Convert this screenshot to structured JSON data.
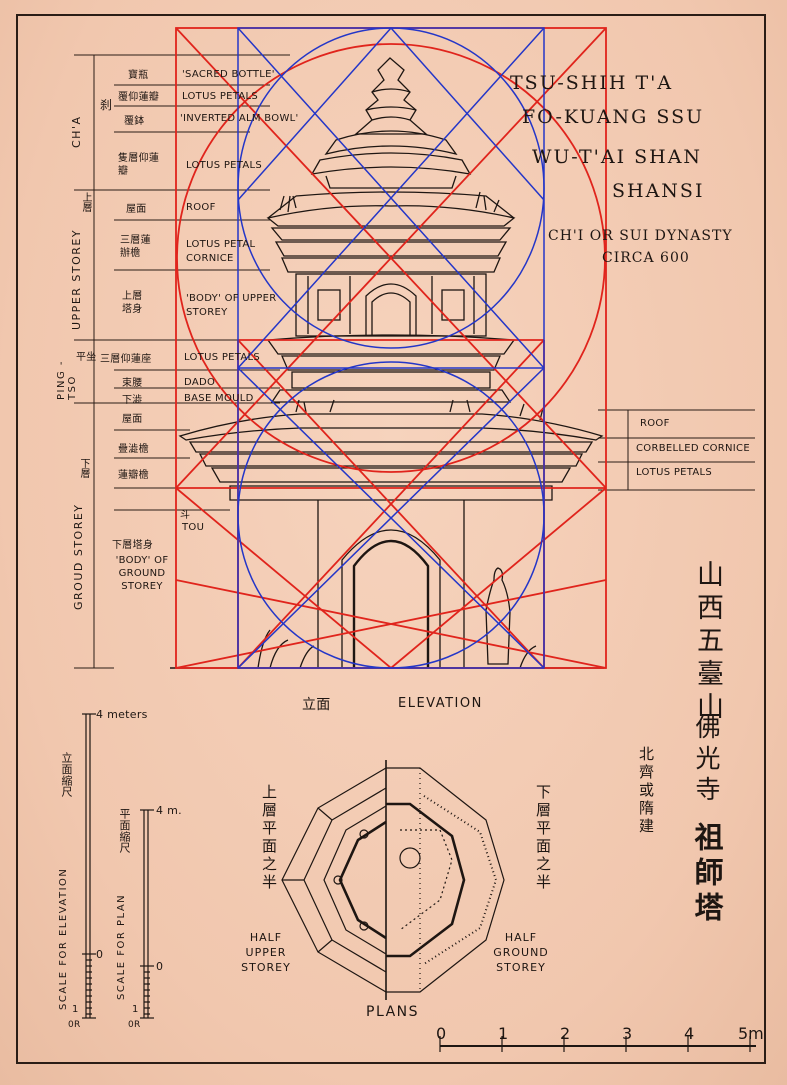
{
  "title": {
    "line1": "TSU-SHIH T'A",
    "line2": "FO-KUANG SSU",
    "line3": "WU-T'AI SHAN",
    "line4": "SHANSI",
    "dynasty": "CH'I OR SUI DYNASTY",
    "date": "CIRCA 600"
  },
  "left_labels": {
    "cha": "CH'A",
    "cha_cn": "刹",
    "upper": "UPPER STOREY",
    "upper_cn": "上層",
    "pingtso": "PING -TSO",
    "pingtso_cn": "平坐",
    "ground": "GROUD STOREY",
    "ground_cn": "下層"
  },
  "parts": [
    {
      "cn": "寶瓶",
      "en": "'SACRED BOTTLE'"
    },
    {
      "cn": "覆仰蓮瓣",
      "en": "LOTUS PETALS"
    },
    {
      "cn": "覆鉢",
      "en": "'INVERTED ALM BOWL'"
    },
    {
      "cn": "隻層仰蓮瓣",
      "en": "LOTUS PETALS"
    },
    {
      "cn": "屋面",
      "en": "ROOF"
    },
    {
      "cn": "三層蓮辦檐",
      "en": "LOTUS PETAL CORNICE"
    },
    {
      "cn": "上層塔身",
      "en": "'BODY' OF UPPER STOREY"
    },
    {
      "cn": "三層仰蓮座",
      "en": "LOTUS PETALS"
    },
    {
      "cn": "束腰",
      "en": "DADO"
    },
    {
      "cn": "下澁",
      "en": "BASE MOULD"
    },
    {
      "cn": "屋面",
      "en": ""
    },
    {
      "cn": "疊澁檐",
      "en": ""
    },
    {
      "cn": "蓮瓣檐",
      "en": ""
    },
    {
      "cn": "斗",
      "en": "TOU"
    },
    {
      "cn": "下層塔身",
      "en": "'BODY' OF GROUND STOREY"
    }
  ],
  "right_parts": [
    "ROOF",
    "CORBELLED CORNICE",
    "LOTUS PETALS"
  ],
  "elevation_label_cn": "立面",
  "elevation_label": "ELEVATION",
  "cn_title_main": "山西五臺山",
  "cn_title_temple": "佛光寺",
  "cn_title_pagoda": "祖師塔",
  "cn_dynasty": "北齊或隋建",
  "plan_upper_cn": "上層平面之半",
  "plan_lower_cn": "下層平面之半",
  "plan_upper_en": "HALF UPPER STOREY",
  "plan_lower_en": "HALF GROUND STOREY",
  "plans_label": "PLANS",
  "scale_elev_cn": "立面縮尺",
  "scale_elev": "SCALE FOR ELEVATION",
  "scale_plan_cn": "平面縮尺",
  "scale_plan": "SCALE FOR PLAN",
  "scale_elev_top": "4 meters",
  "scale_plan_top": "4 m.",
  "scale_zero": "0",
  "scale_one": "1",
  "scale_bottom": "0R",
  "bottom_scale": [
    "0",
    "1",
    "2",
    "3",
    "4",
    "5m"
  ],
  "colors": {
    "paper": "#f4cdb5",
    "ink": "#1e1612",
    "overlay_red": "#e0241c",
    "overlay_blue": "#2436c8"
  }
}
